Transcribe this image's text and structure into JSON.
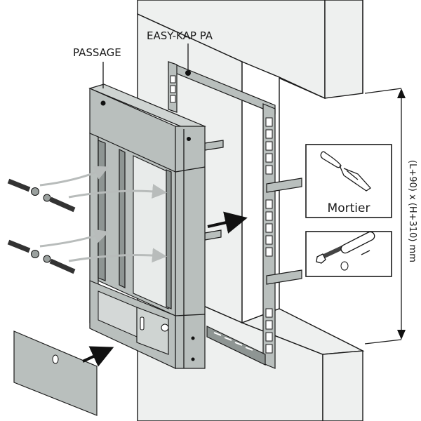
{
  "diagram": {
    "title": "Installation diagram",
    "labels": {
      "passage": "PASSAGE",
      "easy_kap": "EASY-KAP PA",
      "dimension": "(L+90) x (H+310) mm"
    },
    "legend_boxes": [
      {
        "id": "mortar",
        "label": "Mortier",
        "icon": "trowel-icon"
      },
      {
        "id": "fixings",
        "label": "",
        "icon": "bolt-and-anchor-icon"
      }
    ],
    "components": [
      {
        "id": "wall",
        "name": "Wall with opening"
      },
      {
        "id": "easy-kap-frame",
        "name": "EASY-KAP PA mounting frame"
      },
      {
        "id": "passage-unit",
        "name": "PASSAGE unit"
      },
      {
        "id": "cover-plate",
        "name": "Cover plate with hole"
      },
      {
        "id": "screw-anchors",
        "name": "Screw and wall plug sets",
        "count": 4
      }
    ],
    "colors": {
      "metal": "#b9bfbd",
      "wall": "#eef0ef",
      "arrow_black": "#111111",
      "arrow_grey": "#b8bcbb"
    }
  }
}
